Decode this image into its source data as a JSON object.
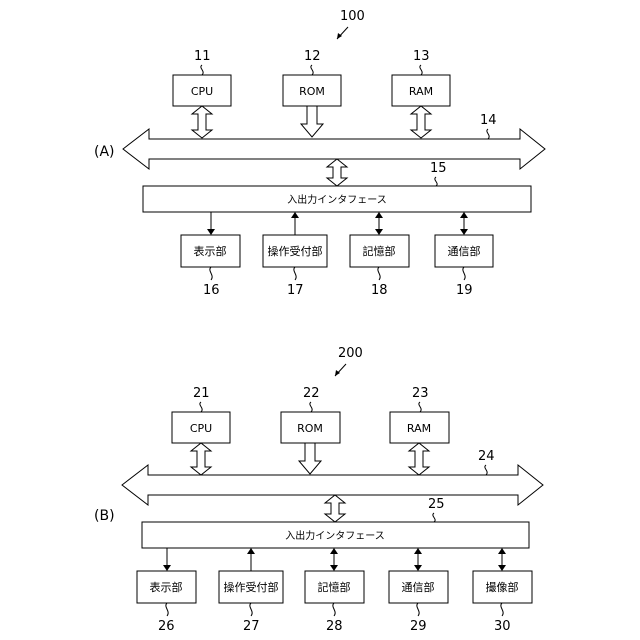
{
  "diagrams": [
    {
      "label": "(A)",
      "ref": "100",
      "cpu": {
        "label": "CPU",
        "num": "11"
      },
      "rom": {
        "label": "ROM",
        "num": "12"
      },
      "ram": {
        "label": "RAM",
        "num": "13"
      },
      "bus": {
        "num": "14"
      },
      "io": {
        "label": "入出力インタフェース",
        "num": "15"
      },
      "units": [
        {
          "label": "表示部",
          "num": "16",
          "dir": "out"
        },
        {
          "label": "操作受付部",
          "num": "17",
          "dir": "in"
        },
        {
          "label": "記憶部",
          "num": "18",
          "dir": "both"
        },
        {
          "label": "通信部",
          "num": "19",
          "dir": "both"
        }
      ]
    },
    {
      "label": "(B)",
      "ref": "200",
      "cpu": {
        "label": "CPU",
        "num": "21"
      },
      "rom": {
        "label": "ROM",
        "num": "22"
      },
      "ram": {
        "label": "RAM",
        "num": "23"
      },
      "bus": {
        "num": "24"
      },
      "io": {
        "label": "入出力インタフェース",
        "num": "25"
      },
      "units": [
        {
          "label": "表示部",
          "num": "26",
          "dir": "out"
        },
        {
          "label": "操作受付部",
          "num": "27",
          "dir": "in"
        },
        {
          "label": "記憶部",
          "num": "28",
          "dir": "both"
        },
        {
          "label": "通信部",
          "num": "29",
          "dir": "both"
        },
        {
          "label": "撮像部",
          "num": "30",
          "dir": "both"
        }
      ]
    }
  ]
}
